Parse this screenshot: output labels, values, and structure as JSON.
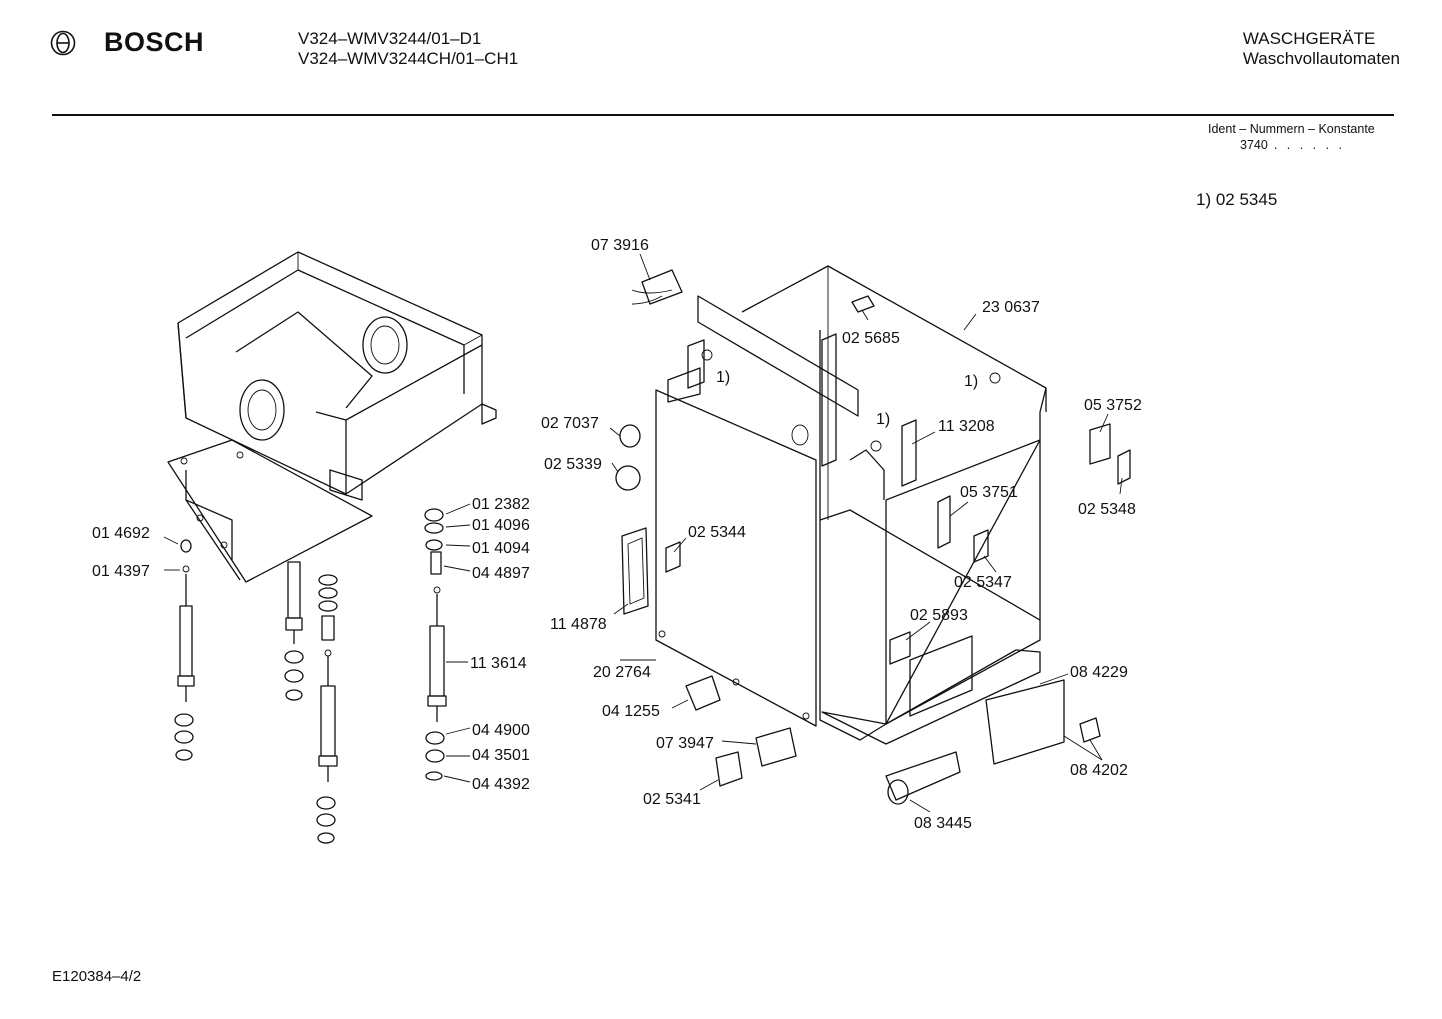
{
  "header": {
    "brand": "BOSCH",
    "models": [
      "V324–WMV3244/01–D1",
      "V324–WMV3244CH/01–CH1"
    ],
    "category": [
      "WASCHGERÄTE",
      "Waschvollautomaten"
    ]
  },
  "ident": {
    "title": "Ident – Nummern – Konstante",
    "value": "3740",
    "dots": ". . . . . ."
  },
  "footnote": "1)  02 5345",
  "document_id": "E120384–4/2",
  "diagram": {
    "labels": {
      "p073916": "07 3916",
      "p230637": "23 0637",
      "p025685": "02 5685",
      "n1a": "1)",
      "n1b": "1)",
      "n1c": "1)",
      "p027037": "02 7037",
      "p025339": "02 5339",
      "p113208": "11 3208",
      "p053752": "05 3752",
      "p053751": "05 3751",
      "p025348": "02 5348",
      "p012382": "01 2382",
      "p014096": "01 4096",
      "p014094": "01 4094",
      "p044897": "04 4897",
      "p014692": "01 4692",
      "p014397": "01 4397",
      "p025344": "02 5344",
      "p025347": "02 5347",
      "p114878": "11 4878",
      "p025893": "02 5893",
      "p113614": "11 3614",
      "p202764": "20 2764",
      "p084229": "08 4229",
      "p041255": "04 1255",
      "p044900": "04 4900",
      "p043501": "04 3501",
      "p073947": "07 3947",
      "p044392": "04 4392",
      "p084202": "08 4202",
      "p025341": "02 5341",
      "p083445": "08 3445"
    }
  }
}
